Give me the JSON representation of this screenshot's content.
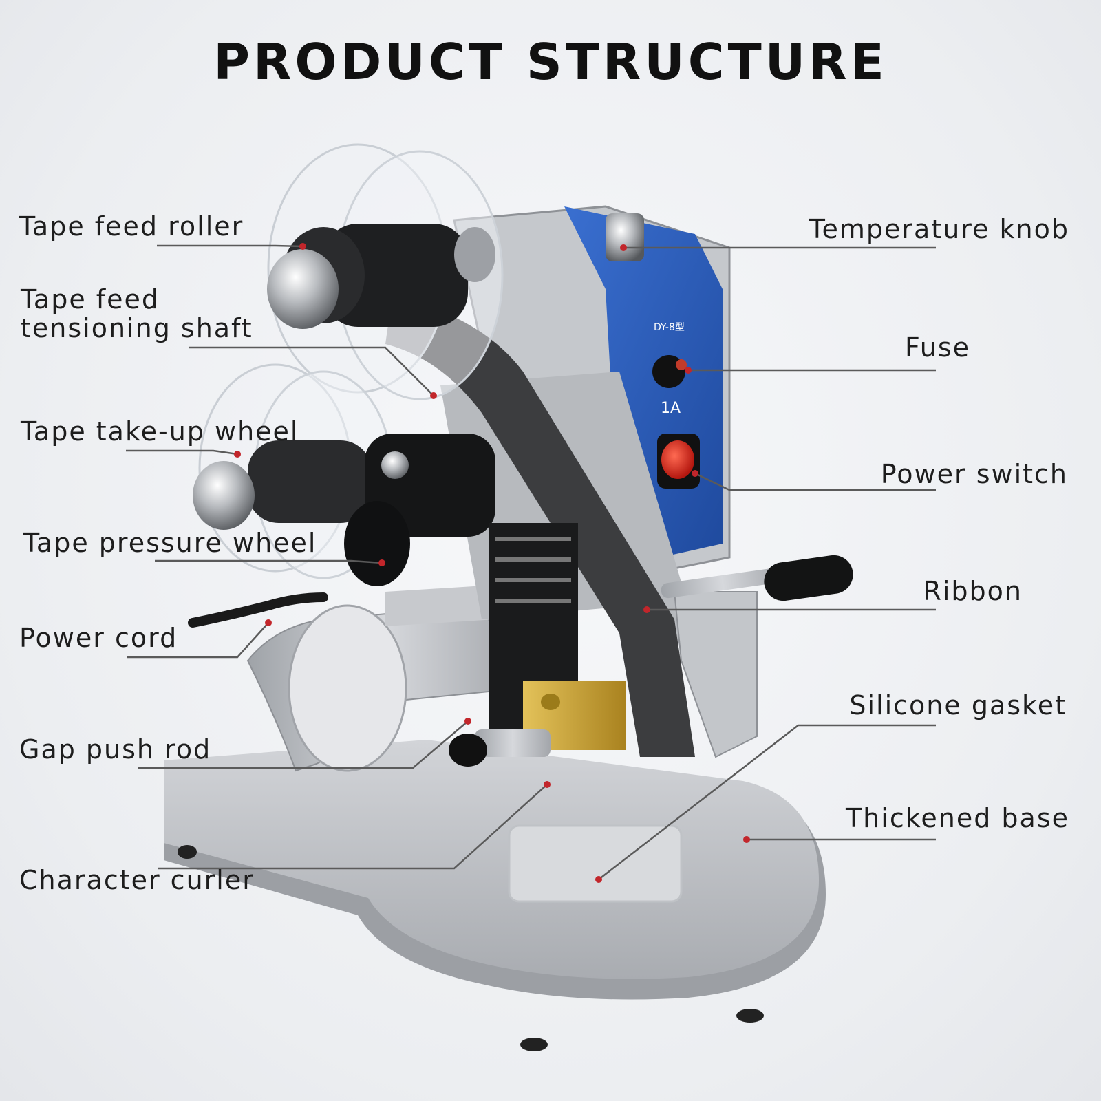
{
  "title": "PRODUCT STRUCTURE",
  "panel_texts": {
    "model": "DY-8型",
    "fuse_rating": "1A"
  },
  "colors": {
    "panel_blue": "#2a5bbd",
    "switch_red": "#d8281e",
    "ribbon_dark": "#3c3d3f",
    "metal_silver": "#b9bcc1",
    "brass_head": "#c9a23a"
  },
  "labels_left": [
    {
      "text": "Tape feed roller"
    },
    {
      "text": "Tape feed",
      "text2": "tensioning shaft"
    },
    {
      "text": "Tape take-up wheel"
    },
    {
      "text": "Tape pressure wheel"
    },
    {
      "text": "Power cord"
    },
    {
      "text": "Gap push rod"
    },
    {
      "text": "Character curler"
    }
  ],
  "labels_right": [
    {
      "text": "Temperature knob"
    },
    {
      "text": "Fuse"
    },
    {
      "text": "Power switch"
    },
    {
      "text": "Ribbon"
    },
    {
      "text": "Silicone gasket"
    },
    {
      "text": "Thickened base"
    }
  ]
}
